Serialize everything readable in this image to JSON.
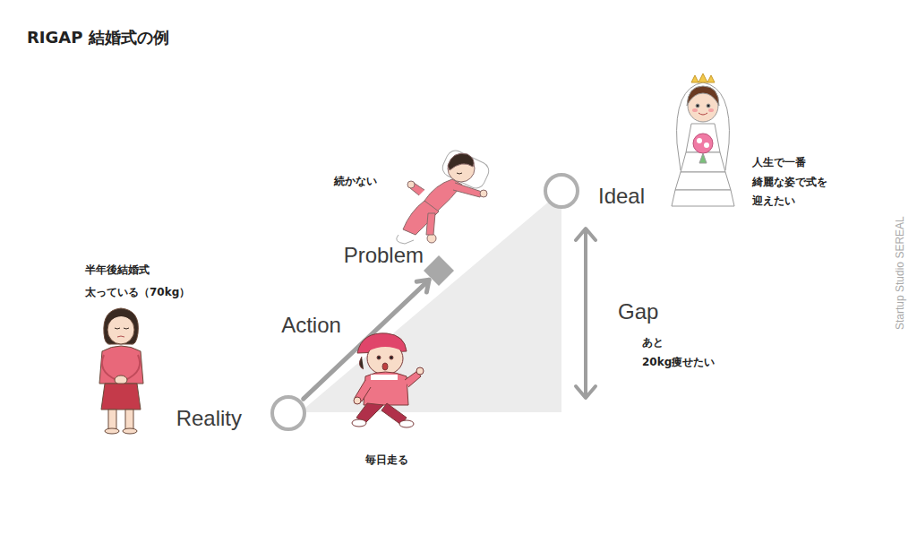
{
  "diagram": {
    "title": "RIGAP 結婚式の例",
    "nodes": [
      {
        "text": [
          "Reality"
        ]
      },
      {
        "text": [
          "Problem"
        ]
      },
      {
        "text": [
          "Ideal"
        ]
      }
    ],
    "edges": [
      {
        "from": 0,
        "to": 1,
        "arrow": "to",
        "label": "Action"
      }
    ],
    "labels": [
      "半年後結婚式",
      "太っている（70kg）",
      "続かない",
      "人生で一番 綺麗な姿で式を 迎えたい",
      "Gap",
      "あと 20kg痩せたい",
      "毎日走る",
      "Startup Studio SEREAL"
    ]
  }
}
